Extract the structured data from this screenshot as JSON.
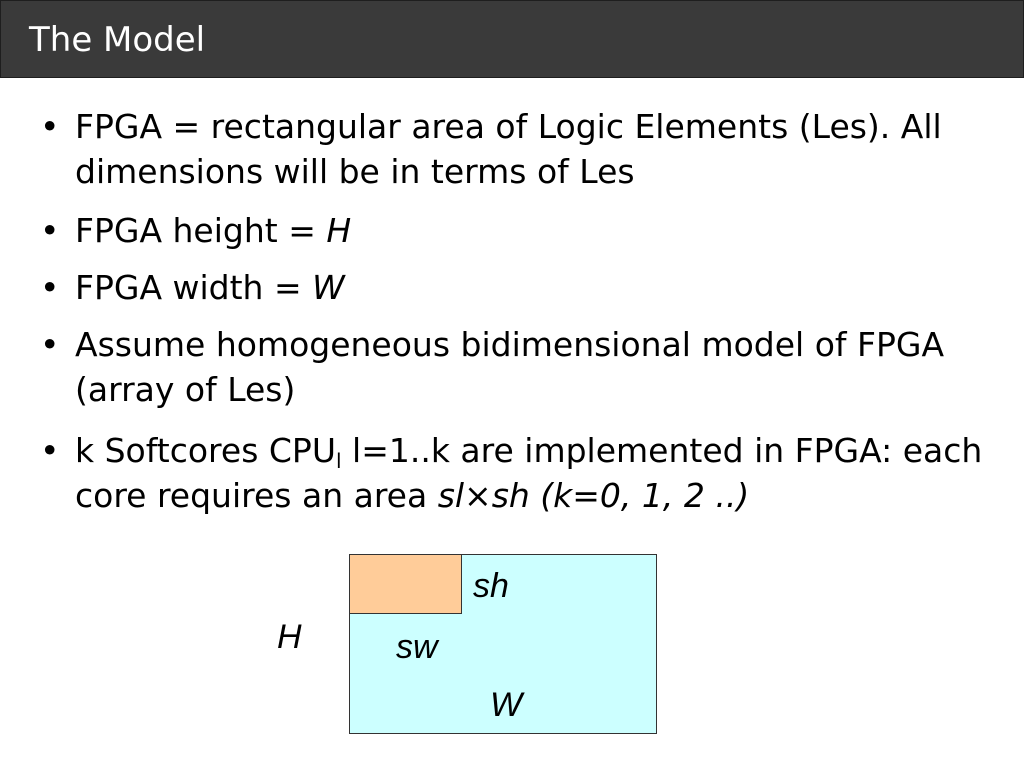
{
  "slide": {
    "title": "The Model"
  },
  "bullets": {
    "bullet_char": "•",
    "items": [
      {
        "text": "FPGA = rectangular area of Logic Elements (Les). All dimensions will be in terms of Les"
      },
      {
        "text": "FPGA height = ",
        "var": "H"
      },
      {
        "text": "FPGA width = ",
        "var": "W"
      },
      {
        "text": "Assume homogeneous bidimensional model of FPGA (array of Les)"
      },
      {
        "part1": "k Softcores CPU",
        "subscript": "l",
        "part2": " l=1..k are implemented in FPGA: each core requires an area ",
        "italic": "sl×sh (k=0, 1, 2 ..)"
      }
    ]
  },
  "diagram": {
    "fpga_color": "#ccffff",
    "core_color": "#ffcc99",
    "label_sh": "sh",
    "label_sw": "sw",
    "label_H": "H",
    "label_W": "W"
  }
}
